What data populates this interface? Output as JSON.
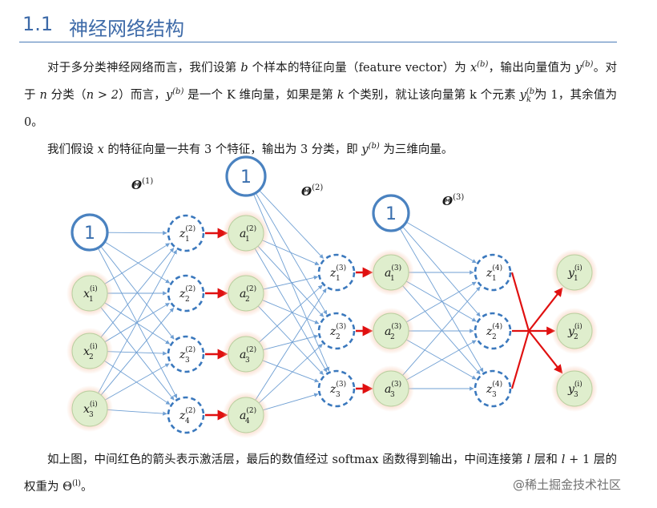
{
  "section": {
    "number": "1.1",
    "title": "神经网络结构"
  },
  "intro": {
    "line1_a": "对于多分类神经网络而言，我们设第 ",
    "var_b": "b",
    "line1_b": " 个样本的特征向量（feature vector）为 ",
    "var_x": "x",
    "sup_b": "(b)",
    "line1_c": "，输出向量值为 ",
    "var_y": "y",
    "line1_d": "。对于 ",
    "var_n": "n",
    "line1_e": " 分类（",
    "cond": "n > 2",
    "line1_f": "）而言，",
    "line1_g": " 是一个 K 维向量，如果是第 ",
    "var_k": "k",
    "line1_h": " 个类别，就让该向量第 k 个元素 ",
    "sub_k": "k",
    "line1_i": " 为 1，其余值为 0。",
    "line2_a": "我们假设 ",
    "line2_b": " 的特征向量一共有 3 个特征，输出为 3 分类，即 ",
    "line2_c": " 为三维向量。"
  },
  "diagram": {
    "bias_label": "1",
    "theta_labels": [
      "Θ(1)",
      "Θ(2)",
      "Θ(3)"
    ],
    "theta_base": "Θ",
    "theta_sups": [
      "(1)",
      "(2)",
      "(3)"
    ],
    "input_nodes": [
      {
        "base": "x",
        "sub": "1",
        "sup": "(i)"
      },
      {
        "base": "x",
        "sub": "2",
        "sup": "(i)"
      },
      {
        "base": "x",
        "sub": "3",
        "sup": "(i)"
      }
    ],
    "layer2_z": [
      {
        "base": "z",
        "sub": "1",
        "sup": "(2)"
      },
      {
        "base": "z",
        "sub": "2",
        "sup": "(2)"
      },
      {
        "base": "z",
        "sub": "3",
        "sup": "(2)"
      },
      {
        "base": "z",
        "sub": "4",
        "sup": "(2)"
      }
    ],
    "layer2_a": [
      {
        "base": "a",
        "sub": "1",
        "sup": "(2)"
      },
      {
        "base": "a",
        "sub": "2",
        "sup": "(2)"
      },
      {
        "base": "a",
        "sub": "3",
        "sup": "(2)"
      },
      {
        "base": "a",
        "sub": "4",
        "sup": "(2)"
      }
    ],
    "layer3_z": [
      {
        "base": "z",
        "sub": "1",
        "sup": "(3)"
      },
      {
        "base": "z",
        "sub": "2",
        "sup": "(3)"
      },
      {
        "base": "z",
        "sub": "3",
        "sup": "(3)"
      }
    ],
    "layer3_a": [
      {
        "base": "a",
        "sub": "1",
        "sup": "(3)"
      },
      {
        "base": "a",
        "sub": "2",
        "sup": "(3)"
      },
      {
        "base": "a",
        "sub": "3",
        "sup": "(3)"
      }
    ],
    "layer4_z": [
      {
        "base": "z",
        "sub": "1",
        "sup": "(4)"
      },
      {
        "base": "z",
        "sub": "2",
        "sup": "(4)"
      },
      {
        "base": "z",
        "sub": "3",
        "sup": "(4)"
      }
    ],
    "outputs": [
      {
        "base": "y",
        "sub": "1",
        "sup": "(i)"
      },
      {
        "base": "y",
        "sub": "2",
        "sup": "(i)"
      },
      {
        "base": "y",
        "sub": "3",
        "sup": "(i)"
      }
    ],
    "colors": {
      "edge": "#6f9fd3",
      "bias_stroke": "#4a82c0",
      "dashed_stroke": "#3a78bd",
      "node_fill": "#dfeecd",
      "node_glow": "#f6c7ad",
      "activation": "#e01010"
    }
  },
  "conclusion": {
    "text_a": "如上图，中间红色的箭头表示激活层，最后的数值经过 softmax 函数得到输出，中间连接第 ",
    "var_l": "l",
    "text_b": " 层和 ",
    "l_plus": "l",
    "plus_one": " + 1",
    "text_c": " 层的权重为 Θ",
    "sup_l": "(l)",
    "text_d": "。"
  },
  "watermark": "@稀土掘金技术社区"
}
